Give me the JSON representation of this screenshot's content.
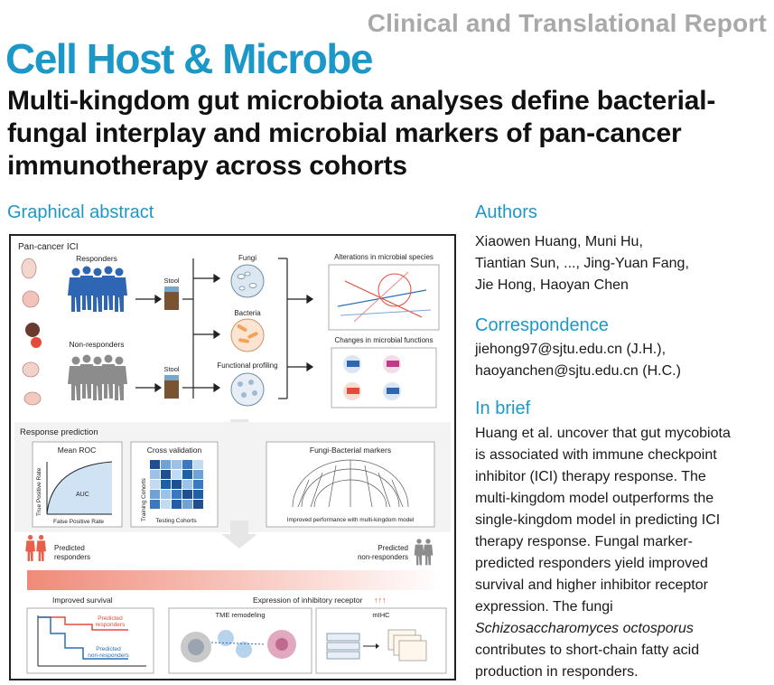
{
  "header": {
    "report_type": "Clinical and Translational Report",
    "journal": "Cell Host & Microbe",
    "title": "Multi-kingdom gut microbiota analyses define bacterial-fungal interplay and microbial markers of pan-cancer immunotherapy across cohorts"
  },
  "graphical_abstract": {
    "heading": "Graphical abstract",
    "pan_cancer": "Pan-cancer ICI",
    "responders": "Responders",
    "non_responders": "Non-responders",
    "stool": "Stool",
    "fungi": "Fungi",
    "bacteria": "Bacteria",
    "functional_profiling": "Functional profiling",
    "alterations": "Alterations in microbial species",
    "changes": "Changes in microbial functions",
    "response_prediction": "Response prediction",
    "mean_roc": "Mean ROC",
    "auc": "AUC",
    "tpr": "True Positive Rate",
    "fpr": "False Positive Rate",
    "cross_validation": "Cross validation",
    "training_cohorts": "Training Cohorts",
    "testing_cohorts": "Testing Cohorts",
    "markers": "Fungi-Bacterial markers",
    "improved_performance": "Improved performance with multi-kingdom model",
    "predicted_responders_1": "Predicted",
    "predicted_responders_2": "responders",
    "predicted_non_1": "Predicted",
    "predicted_non_2": "non-responders",
    "improved_survival": "Improved survival",
    "expression": "Expression of inhibitory receptor",
    "arrows_up": "↑↑↑",
    "km_pred_resp_1": "Predicted",
    "km_pred_resp_2": "responders",
    "km_pred_non_1": "Predicted",
    "km_pred_non_2": "non-responders",
    "tme": "TME remodeling",
    "mihc": "mIHC"
  },
  "authors": {
    "heading": "Authors",
    "lines": [
      "Xiaowen Huang, Muni Hu,",
      "Tiantian Sun, ..., Jing-Yuan Fang,",
      "Jie Hong, Haoyan Chen"
    ]
  },
  "correspondence": {
    "heading": "Correspondence",
    "lines": [
      "jiehong97@sjtu.edu.cn (J.H.),",
      "haoyanchen@sjtu.edu.cn (H.C.)"
    ]
  },
  "in_brief": {
    "heading": "In brief",
    "lines": [
      "Huang et al. uncover that gut mycobiota",
      "is associated with immune checkpoint",
      "inhibitor (ICI) therapy response. The",
      "multi-kingdom model outperforms the",
      "single-kingdom model in predicting ICI",
      "therapy response. Fungal marker-",
      "predicted responders yield improved",
      "survival and higher inhibitor receptor",
      "expression. The fungi"
    ],
    "italic_line": "Schizosaccharomyces octosporus",
    "end_lines": [
      "contributes to short-chain fatty acid",
      "production in responders."
    ]
  },
  "colors": {
    "brand": "#1b98c8",
    "responder_blue": "#2f66b3",
    "non_responder_gray": "#8c8c8c",
    "predicted_red": "#e8604c"
  }
}
